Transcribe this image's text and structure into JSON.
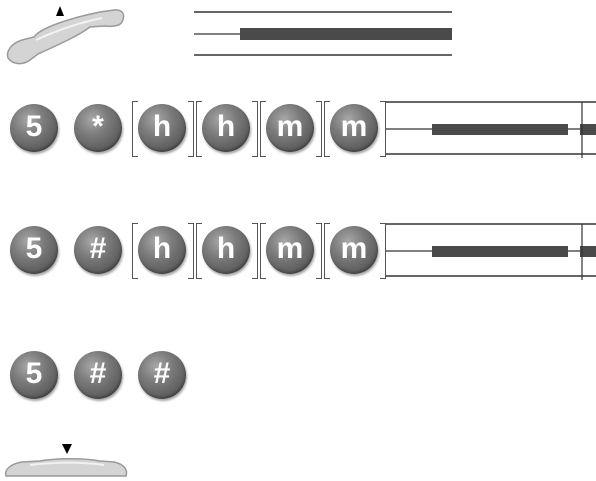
{
  "steps": [
    {
      "type": "off-hook"
    },
    {
      "type": "keys",
      "keys": [
        "5",
        "*",
        "h",
        "h",
        "m",
        "m"
      ],
      "bracketed_from": 2
    },
    {
      "type": "keys",
      "keys": [
        "5",
        "#",
        "h",
        "h",
        "m",
        "m"
      ],
      "bracketed_from": 2
    },
    {
      "type": "keys",
      "keys": [
        "5",
        "#",
        "#"
      ]
    },
    {
      "type": "on-hook"
    }
  ],
  "colors": {
    "key_fill": "#6b6b6b",
    "key_text": "#ffffff",
    "handset": "#d4d4d4",
    "tone_bar": "#4a4a4a",
    "line": "#333333"
  },
  "icons": [
    "handset-lift-icon",
    "handset-hangup-icon"
  ]
}
